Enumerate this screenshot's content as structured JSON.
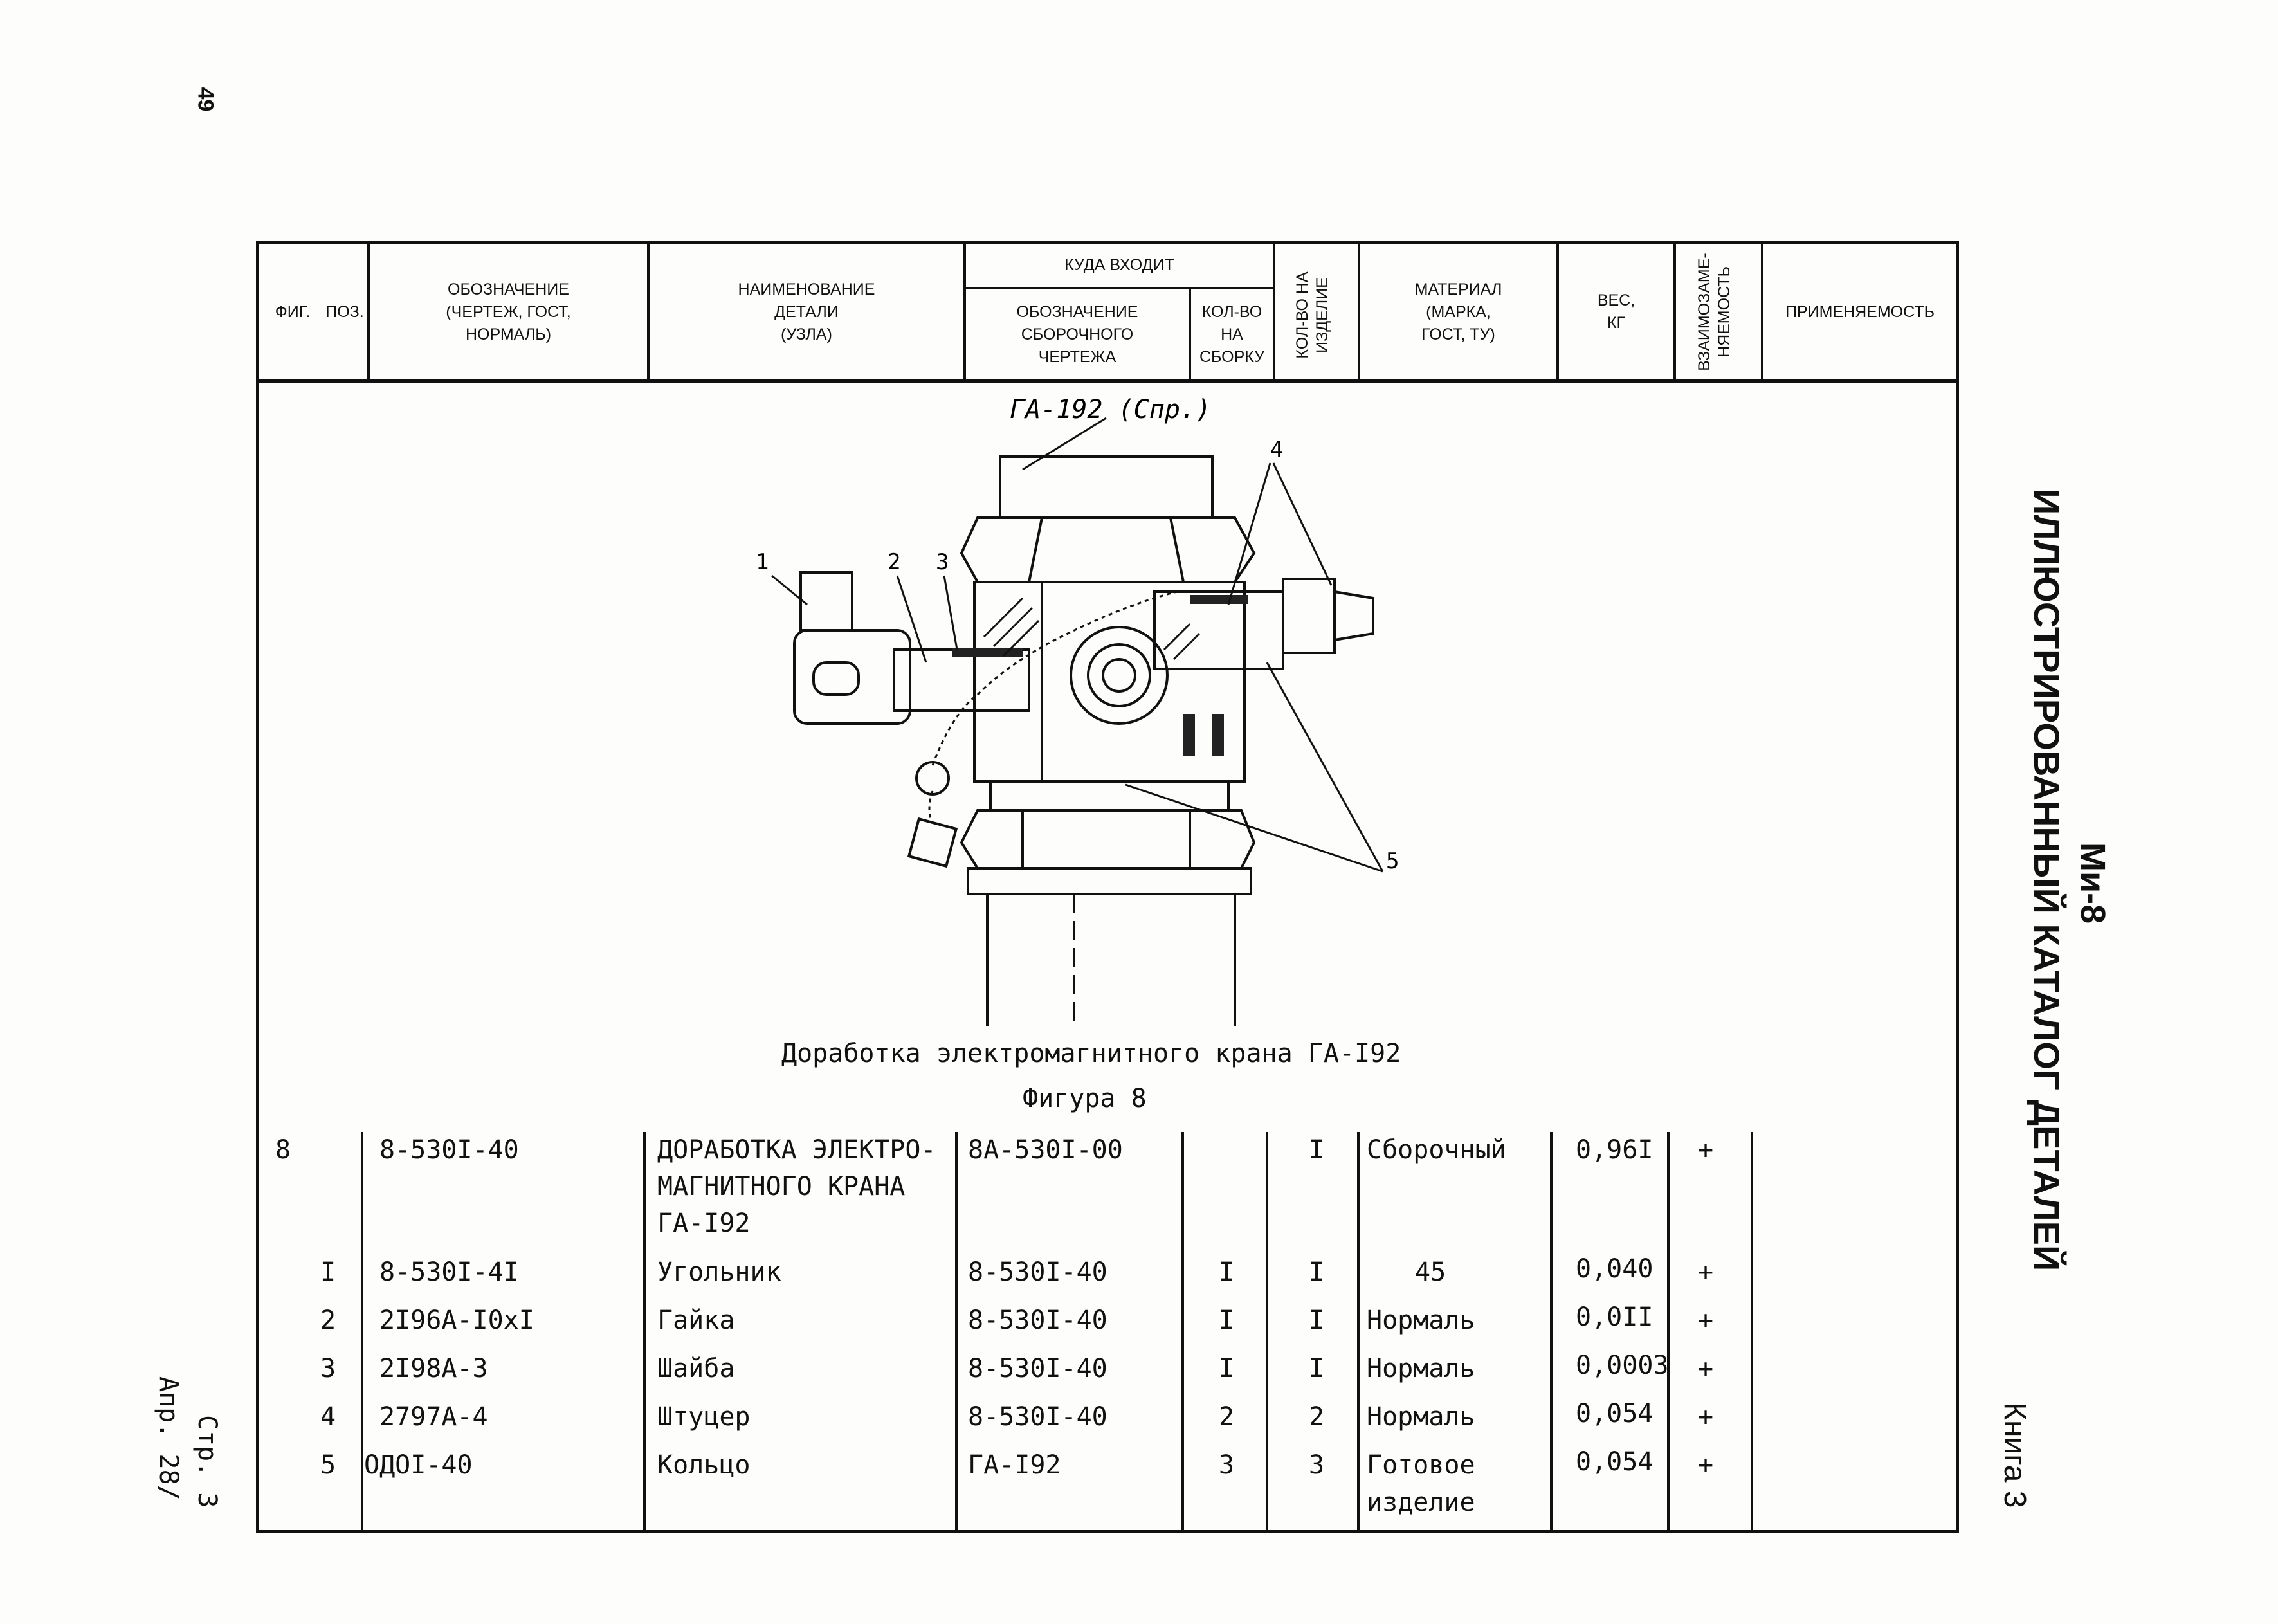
{
  "page_number": "49",
  "side": {
    "model": "Ми-8",
    "title": "ИЛЛЮСТРИРОВАННЫЙ КАТАЛОГ ДЕТАЛЕЙ",
    "book": "Книга 3",
    "page": "Стр. 3",
    "date": "Апр. 28/"
  },
  "header": {
    "fig": "ФИГ.",
    "pos": "ПОЗ.",
    "designation": [
      "ОБОЗНАЧЕНИЕ",
      "(ЧЕРТЕЖ, ГОСТ,",
      "НОРМАЛЬ)"
    ],
    "name": [
      "НАИМЕНОВАНИЕ",
      "ДЕТАЛИ",
      "(УЗЛА)"
    ],
    "where_used": "КУДА ВХОДИТ",
    "assembly_designation": [
      "ОБОЗНАЧЕНИЕ",
      "СБОРОЧНОГО",
      "ЧЕРТЕЖА"
    ],
    "qty_assembly": [
      "КОЛ-ВО",
      "НА",
      "СБОРКУ"
    ],
    "qty_product": [
      "КОЛ-ВО НА",
      "ИЗДЕЛИЕ"
    ],
    "material": [
      "МАТЕРИАЛ",
      "(МАРКА,",
      "ГОСТ, ТУ)"
    ],
    "weight": [
      "ВЕС,",
      "КГ"
    ],
    "interchange": [
      "ВЗАИМОЗАМЕ-",
      "НЯЕМОСТЬ"
    ],
    "applicability": "ПРИМЕНЯЕМОСТЬ"
  },
  "figure": {
    "top_label": "ГА-192 (Спр.)",
    "callouts": [
      "1",
      "2",
      "3",
      "4",
      "5"
    ],
    "caption": "Доработка электромагнитного крана ГА-I92",
    "number": "Фигура 8"
  },
  "rows": [
    {
      "fig": "8",
      "pos": "",
      "designation": "8-530I-40",
      "name": [
        "ДОРАБОТКА ЭЛЕКТРО-",
        "МАГНИТНОГО КРАНА",
        "ГА-I92"
      ],
      "assembly": "8А-530I-00",
      "qty_asm": "",
      "qty_prod": "I",
      "material": [
        "Сборочный"
      ],
      "weight": "0,96I",
      "interchange": "+"
    },
    {
      "fig": "",
      "pos": "I",
      "designation": "8-530I-4I",
      "name": [
        "Угольник"
      ],
      "assembly": "8-530I-40",
      "qty_asm": "I",
      "qty_prod": "I",
      "material": [
        "45"
      ],
      "weight": "0,040",
      "interchange": "+"
    },
    {
      "fig": "",
      "pos": "2",
      "designation": "2I96А-I0хI",
      "name": [
        "Гайка"
      ],
      "assembly": "8-530I-40",
      "qty_asm": "I",
      "qty_prod": "I",
      "material": [
        "Нормаль"
      ],
      "weight": "0,0II",
      "interchange": "+"
    },
    {
      "fig": "",
      "pos": "3",
      "designation": "2I98А-3",
      "name": [
        "Шайба"
      ],
      "assembly": "8-530I-40",
      "qty_asm": "I",
      "qty_prod": "I",
      "material": [
        "Нормаль"
      ],
      "weight": "0,0003",
      "interchange": "+"
    },
    {
      "fig": "",
      "pos": "4",
      "designation": "2797А-4",
      "name": [
        "Штуцер"
      ],
      "assembly": "8-530I-40",
      "qty_asm": "2",
      "qty_prod": "2",
      "material": [
        "Нормаль"
      ],
      "weight": "0,054",
      "interchange": "+"
    },
    {
      "fig": "",
      "pos": "5",
      "designation": "ОДОI-40",
      "name": [
        "Кольцо"
      ],
      "assembly": "ГА-I92",
      "qty_asm": "3",
      "qty_prod": "3",
      "material": [
        "Готовое",
        "изделие"
      ],
      "weight": "0,054",
      "interchange": "+"
    }
  ]
}
